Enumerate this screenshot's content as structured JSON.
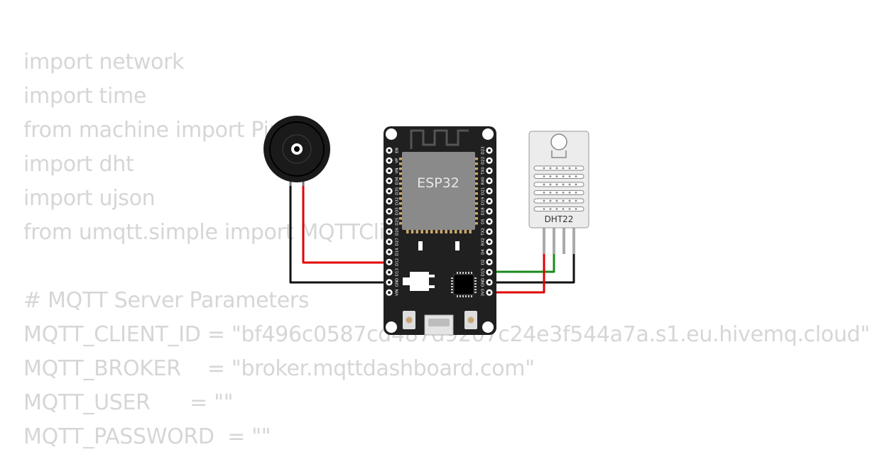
{
  "code_lines": [
    "import network",
    "import time",
    "from machine import Pin",
    "import dht",
    "import ujson",
    "from umqtt.simple import MQTTClient",
    "",
    "# MQTT Server Parameters",
    "MQTT_CLIENT_ID = \"bf496c0587cd487d9207c24e3f544a7a.s1.eu.hivemq.cloud\"",
    "MQTT_BROKER    = \"broker.mqttdashboard.com\"",
    "MQTT_USER      = \"\"",
    "MQTT_PASSWORD  = \"\""
  ],
  "esp32": {
    "chip_label": "ESP32",
    "left_pins": [
      "EN",
      "VP",
      "VN",
      "D34",
      "D35",
      "D32",
      "D33",
      "D25",
      "D26",
      "D27",
      "D14",
      "D12",
      "D13",
      "GND",
      "VIN"
    ],
    "right_pins": [
      "D23",
      "D22",
      "TX0",
      "RX0",
      "D21",
      "D19",
      "D18",
      "D5",
      "TX2",
      "RX2",
      "D4",
      "D2",
      "D15",
      "GND",
      "3V3"
    ]
  },
  "sensor": {
    "label": "DHT22"
  },
  "colors": {
    "board": "#202020",
    "chip": "#8a8a8a",
    "wire_red": "#e00000",
    "wire_green": "#1a8a1a",
    "wire_black": "#111111",
    "code": "#d6d6d6"
  }
}
